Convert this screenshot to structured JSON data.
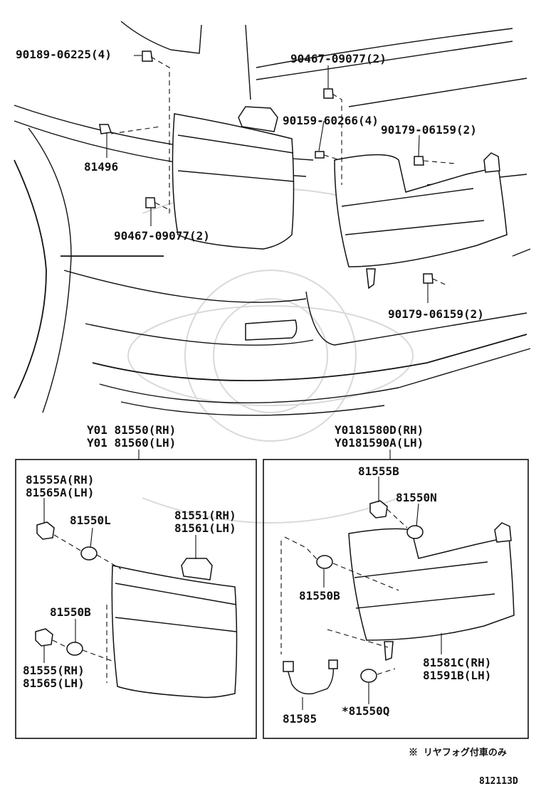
{
  "labels": {
    "p90189": "90189-06225(4)",
    "p90467a": "90467-09077(2)",
    "p81496": "81496",
    "p90159": "90159-60266(4)",
    "p90179a": "90179-06159(2)",
    "p90467b": "90467-09077(2)",
    "p90179b": "90179-06159(2)",
    "left_head_1": "Y01 81550(RH)",
    "left_head_2": "Y01 81560(LH)",
    "right_head_1": "Y0181580D(RH)",
    "right_head_2": "Y0181590A(LH)",
    "p81555A_1": "81555A(RH)",
    "p81555A_2": "81565A(LH)",
    "p81550L": "81550L",
    "p81551_1": "81551(RH)",
    "p81551_2": "81561(LH)",
    "p81550B_left": "81550B",
    "p81555_1": "81555(RH)",
    "p81555_2": "81565(LH)",
    "p81555B": "81555B",
    "p81550N": "81550N",
    "p81550B_right": "81550B",
    "p81581_1": "81581C(RH)",
    "p81581_2": "81591B(LH)",
    "p81585": "81585",
    "p81550Q": "*81550Q",
    "footnote": "※ リヤフォグ付車のみ",
    "diagram_code": "812113D"
  }
}
